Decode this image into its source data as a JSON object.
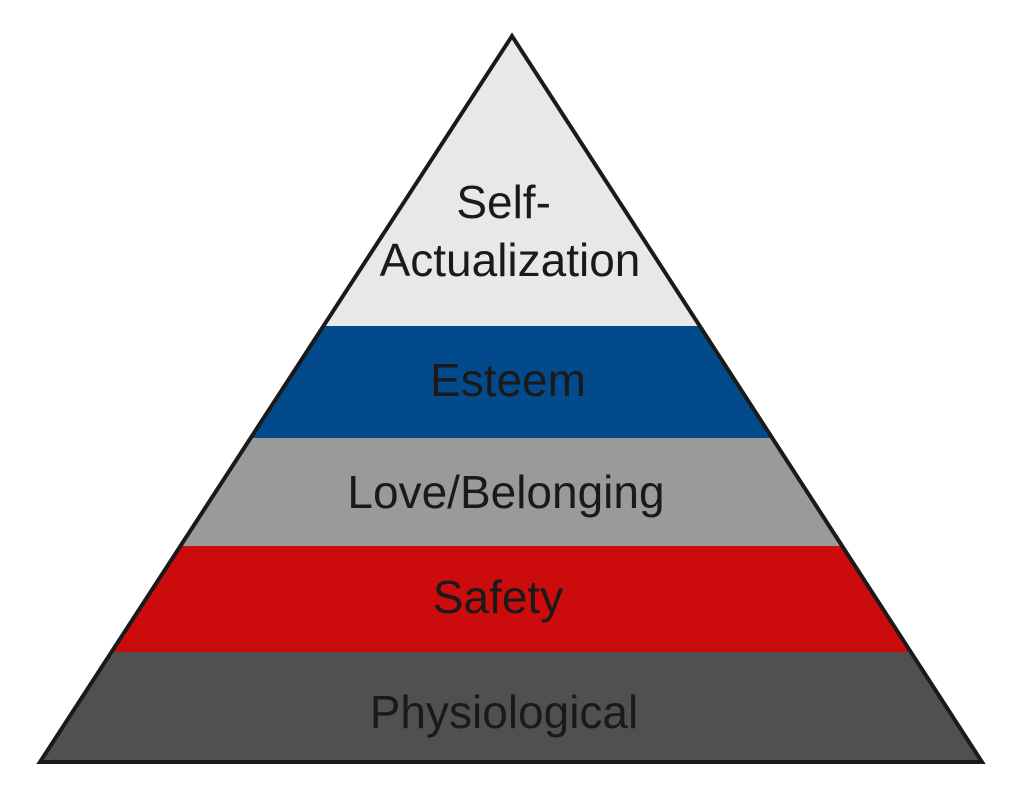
{
  "diagram": {
    "levels": [
      {
        "label_lines": [
          "Self-",
          "Actualization"
        ],
        "color": "#e8e8e8"
      },
      {
        "label_lines": [
          "Esteem"
        ],
        "color": "#034a8c"
      },
      {
        "label_lines": [
          "Love/Belonging"
        ],
        "color": "#9a9a9a"
      },
      {
        "label_lines": [
          "Safety"
        ],
        "color": "#cc0c0c"
      },
      {
        "label_lines": [
          "Physiological"
        ],
        "color": "#505050"
      }
    ],
    "outline_color": "#1a1a1a",
    "text_color": "#1a1a1a"
  }
}
